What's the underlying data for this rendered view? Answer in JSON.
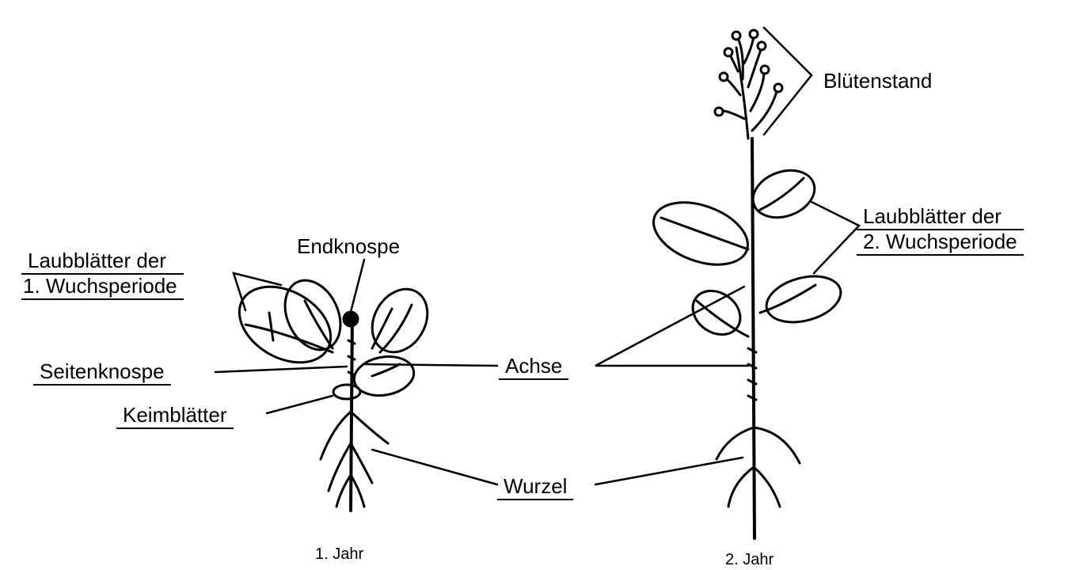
{
  "labels": {
    "leaves1_line1": "Laubblätter der",
    "leaves1_line2": "1. Wuchsperiode",
    "terminal_bud": "Endknospe",
    "lateral_bud": "Seitenknospe",
    "cotyledons": "Keimblätter",
    "axis": "Achse",
    "root": "Wurzel",
    "inflorescence": "Blütenstand",
    "leaves2_line1": "Laubblätter der",
    "leaves2_line2": "2. Wuchsperiode",
    "year1": "1. Jahr",
    "year2": "2. Jahr"
  }
}
